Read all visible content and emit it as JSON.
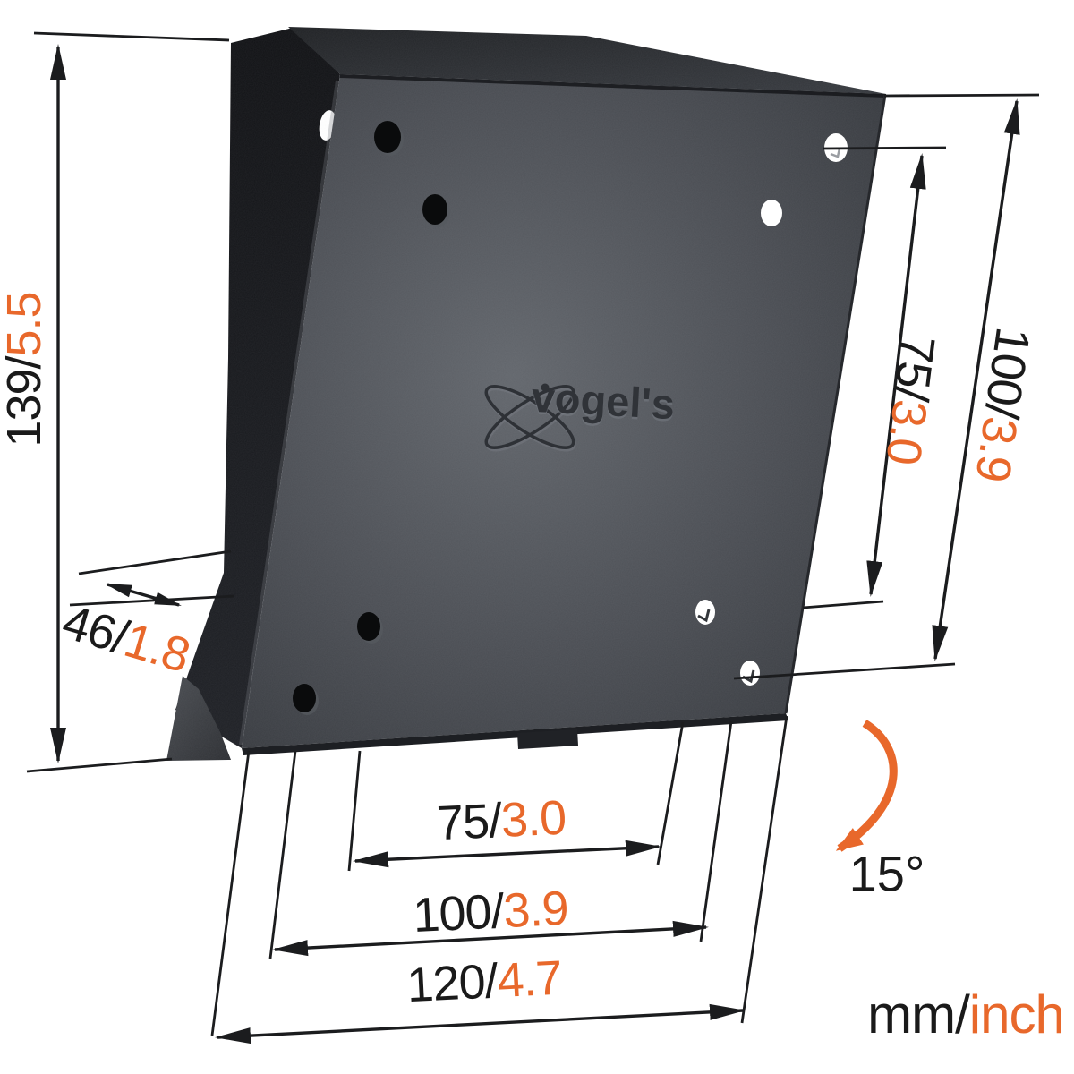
{
  "diagram": {
    "type": "product-dimension-drawing",
    "product": "tilting TV wall mount bracket",
    "logo": {
      "text": "vogel's"
    },
    "legend": {
      "mm": "mm/",
      "inch": "inch"
    },
    "colors": {
      "accent": "#e8682b",
      "line": "#1b1c1e",
      "plate": "#54585e",
      "side": "#16181b"
    },
    "dimensions": {
      "height": {
        "mm": "139/",
        "inch": "5.5"
      },
      "depth": {
        "mm": "46/",
        "inch": "1.8"
      },
      "vesa_v75": {
        "mm": "75/",
        "inch": "3.0"
      },
      "vesa_v100": {
        "mm": "100/",
        "inch": "3.9"
      },
      "vesa_h75": {
        "mm": "75/",
        "inch": "3.0"
      },
      "vesa_h100": {
        "mm": "100/",
        "inch": "3.9"
      },
      "width": {
        "mm": "120/",
        "inch": "4.7"
      },
      "tilt_angle": "15°"
    }
  }
}
